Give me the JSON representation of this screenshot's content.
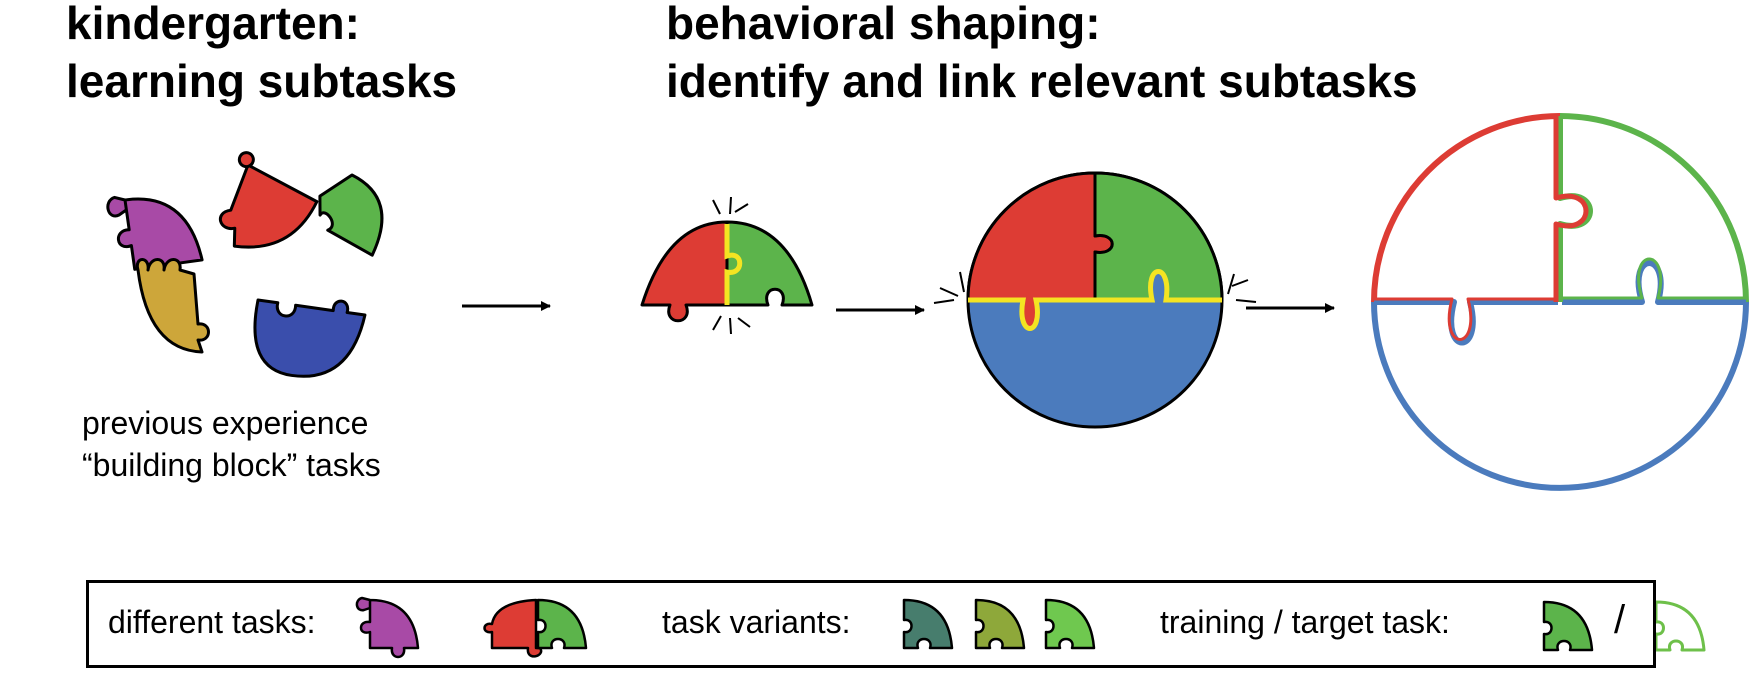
{
  "headings": {
    "left_line1": "kindergarten:",
    "left_line2": "learning subtasks",
    "right_line1": "behavioral shaping:",
    "right_line2": "identify and link relevant subtasks"
  },
  "caption": {
    "line1": "previous experience",
    "line2": "“building block” tasks"
  },
  "legend": {
    "different_tasks": "different tasks:",
    "task_variants": "task variants:",
    "training_target": "training / target task:",
    "slash": "/"
  },
  "colors": {
    "purple": "#a84aa6",
    "red": "#dd3c34",
    "green": "#5cb44b",
    "gold": "#cda63a",
    "blue": "#4b7bbd",
    "navy": "#3a4eac",
    "yellow": "#f4e422",
    "teal": "#477d6d",
    "olive": "#8ea83a",
    "lime": "#6fc84f",
    "target_outline": "#6ec04a"
  }
}
